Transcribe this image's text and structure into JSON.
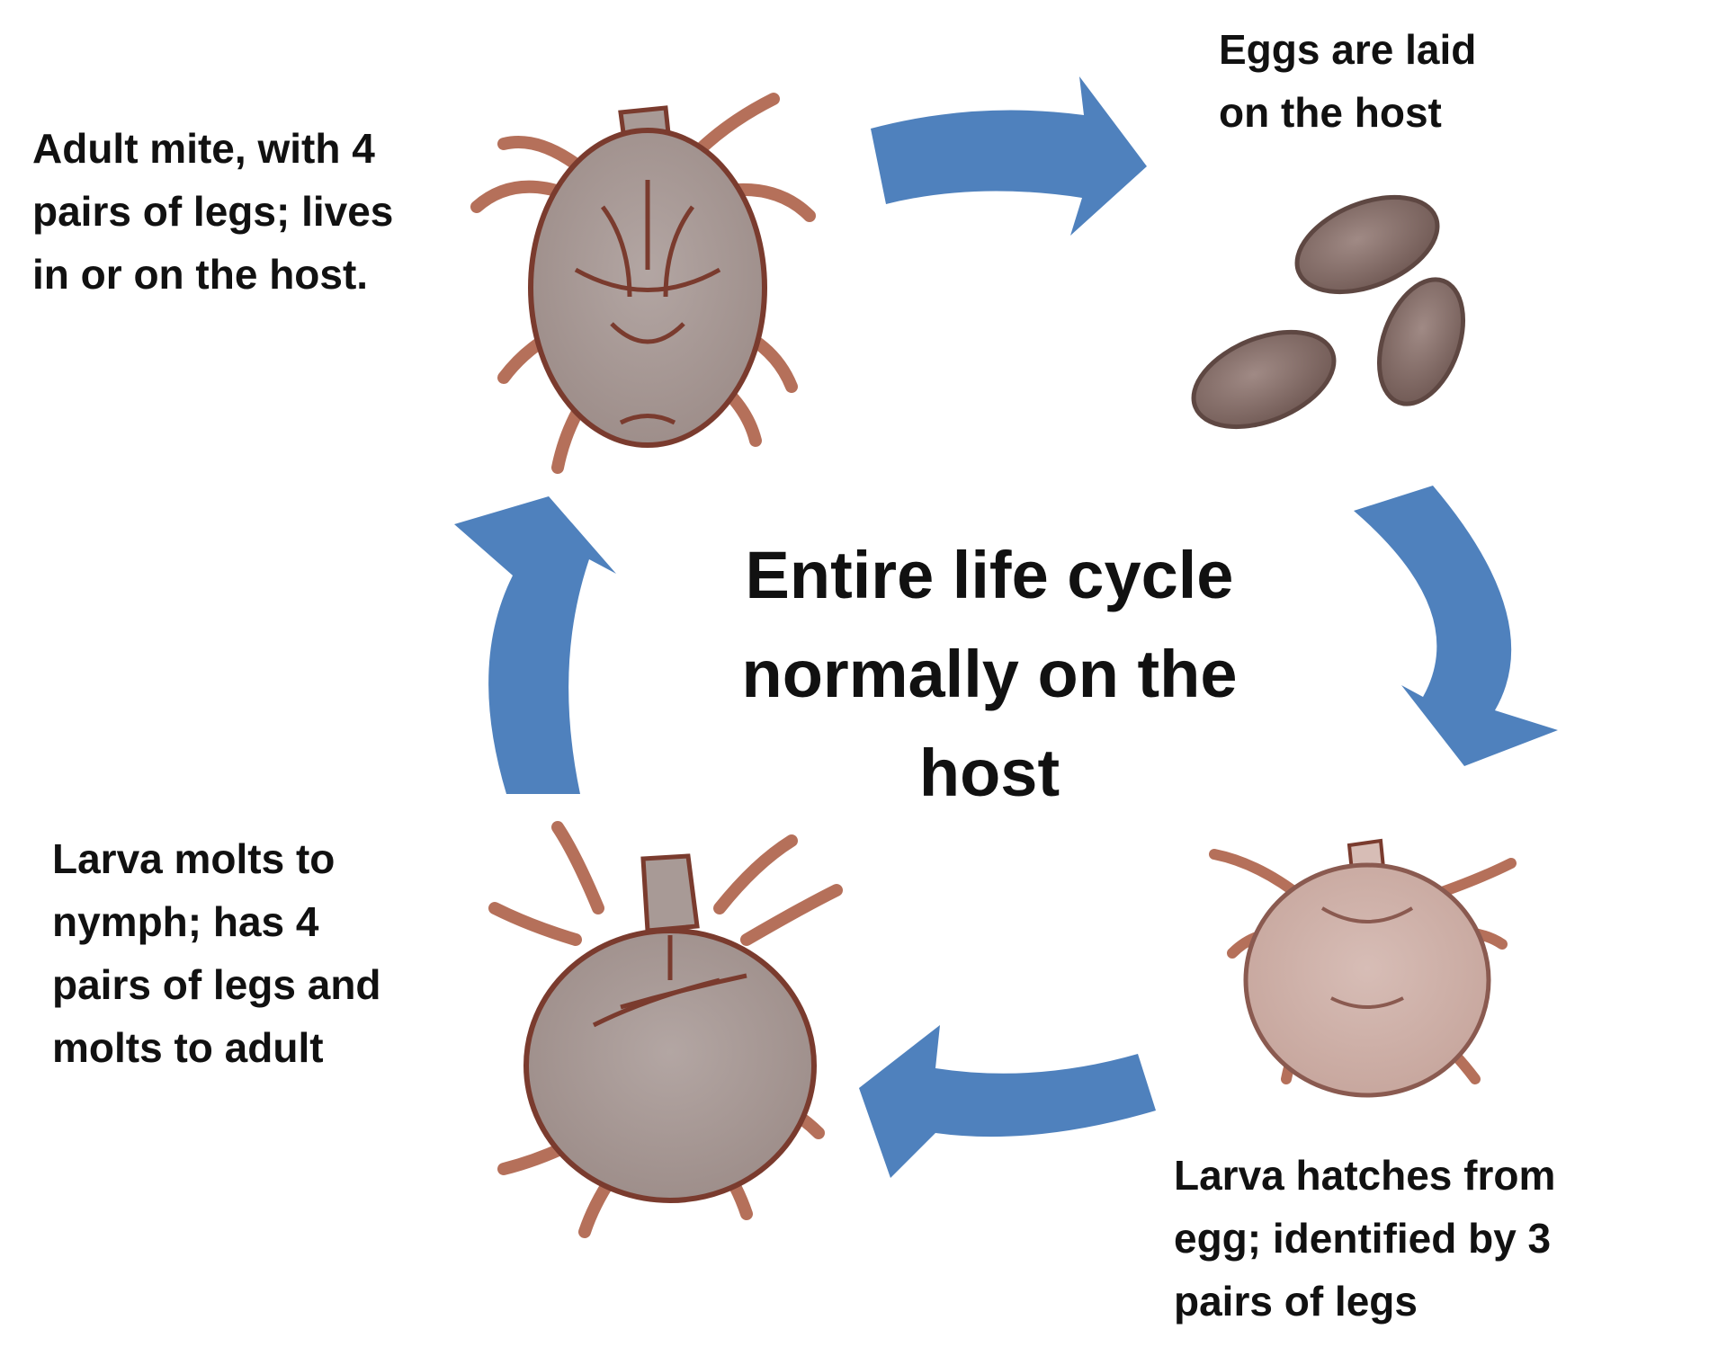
{
  "center_title": {
    "lines": [
      "Entire life cycle",
      "normally on the",
      "host"
    ]
  },
  "stages": {
    "adult": {
      "lines": [
        "Adult mite, with 4",
        "pairs of legs; lives",
        "in or on the host."
      ]
    },
    "eggs": {
      "lines": [
        "Eggs are laid",
        "on the host"
      ]
    },
    "larva": {
      "lines": [
        "Larva hatches from",
        "egg; identified by 3",
        "pairs of legs"
      ]
    },
    "nymph": {
      "lines": [
        "Larva molts to",
        "nymph; has 4",
        "pairs of legs and",
        "molts to adult"
      ]
    }
  },
  "colors": {
    "arrow": "#4f81bd",
    "mite_body": "#a89a96",
    "mite_outline": "#7a3b2e",
    "mite_legs": "#b5705a",
    "egg_fill": "#8c7570",
    "text": "#111111"
  },
  "icons": [
    "adult-mite-icon",
    "eggs-icon",
    "larva-icon",
    "nymph-icon",
    "cycle-arrow-icon"
  ]
}
